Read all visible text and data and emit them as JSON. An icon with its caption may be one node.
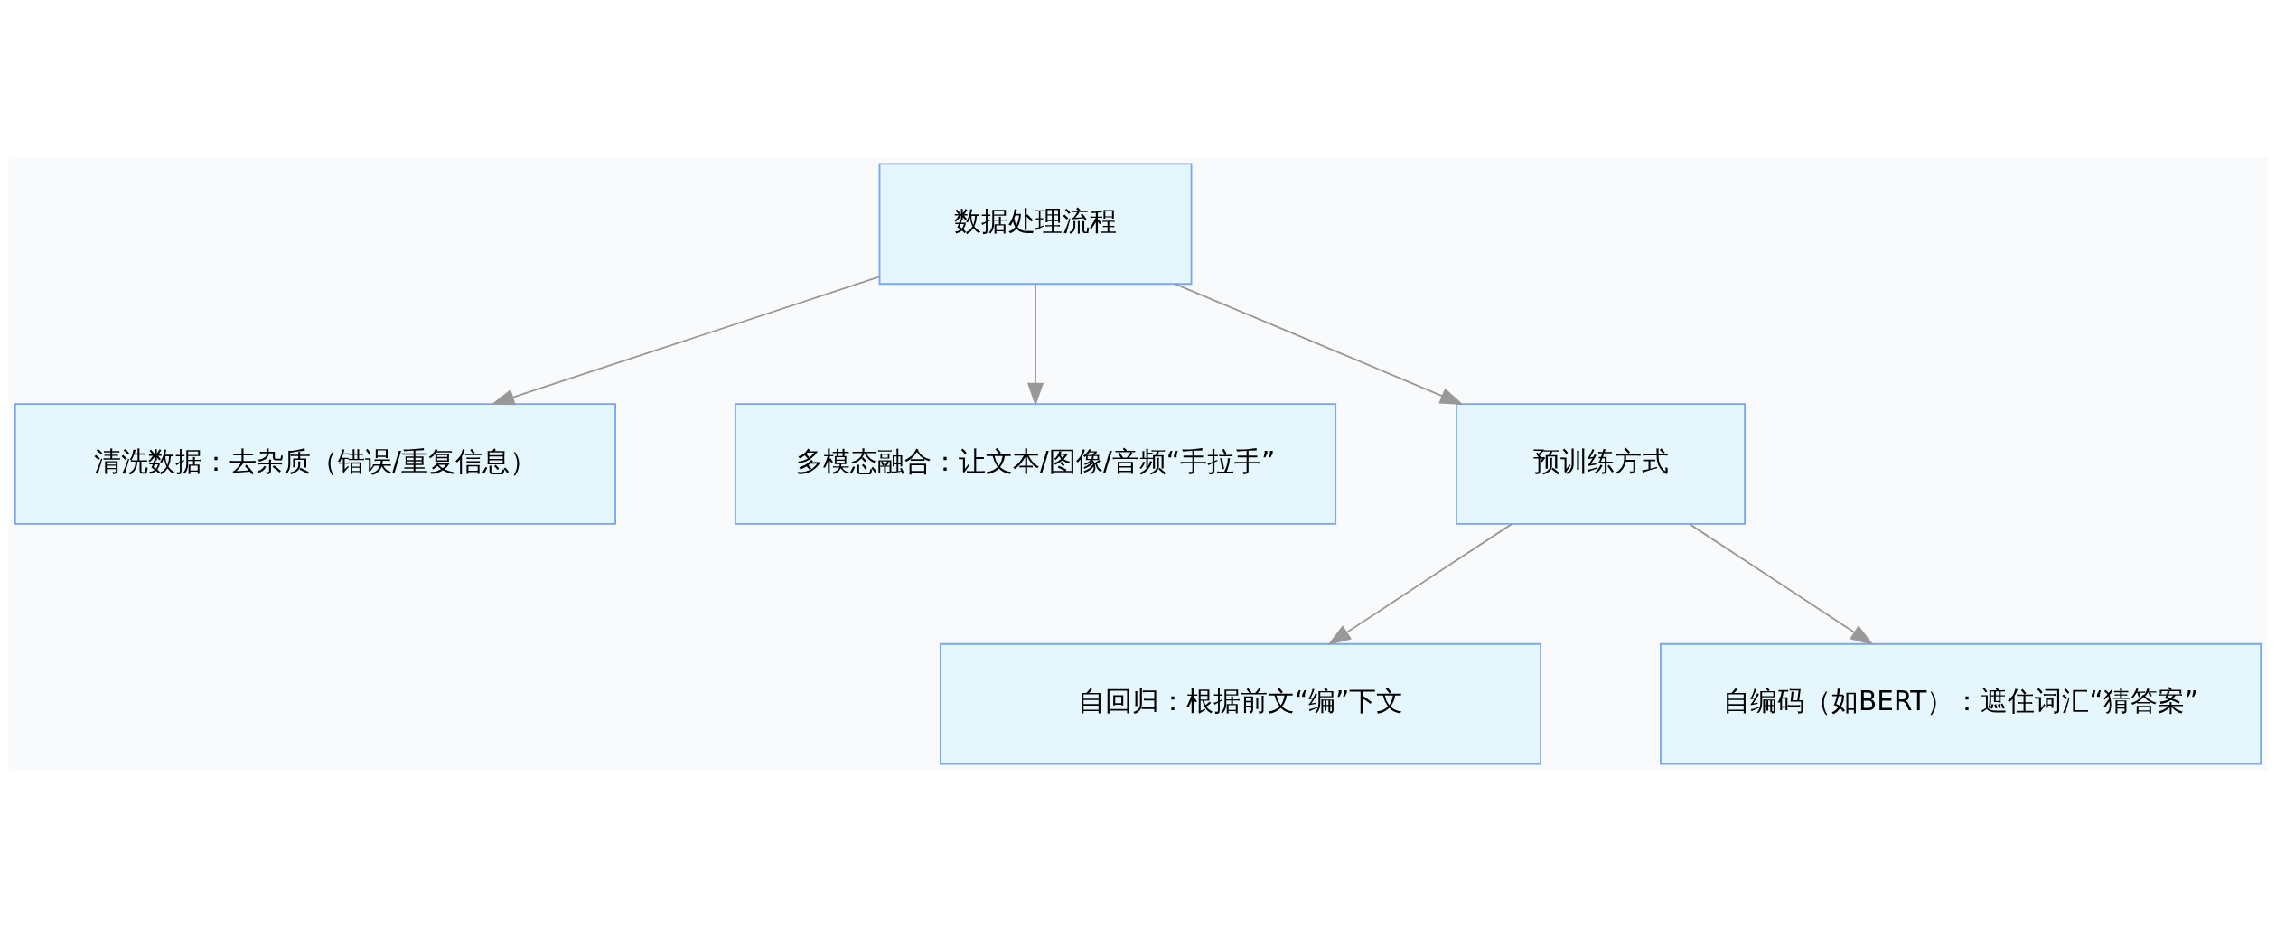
{
  "diagram": {
    "nodes": [
      {
        "text": [
          "数据处理流程"
        ]
      },
      {
        "text": [
          "清洗数据：去杂质（错误/重复信息）"
        ]
      },
      {
        "text": [
          "多模态融合：让文本/图像/音频“手拉手”"
        ]
      },
      {
        "text": [
          "预训练方式"
        ]
      },
      {
        "text": [
          "自回归：根据前文“编”下文"
        ]
      },
      {
        "text": [
          "自编码（如BERT）：遮住词汇“猜答案”"
        ]
      }
    ],
    "edges": [
      {
        "from": 0,
        "to": 1,
        "arrow": "to"
      },
      {
        "from": 0,
        "to": 2,
        "arrow": "to"
      },
      {
        "from": 0,
        "to": 3,
        "arrow": "to"
      },
      {
        "from": 3,
        "to": 4,
        "arrow": "to"
      },
      {
        "from": 3,
        "to": 5,
        "arrow": "to"
      }
    ]
  }
}
